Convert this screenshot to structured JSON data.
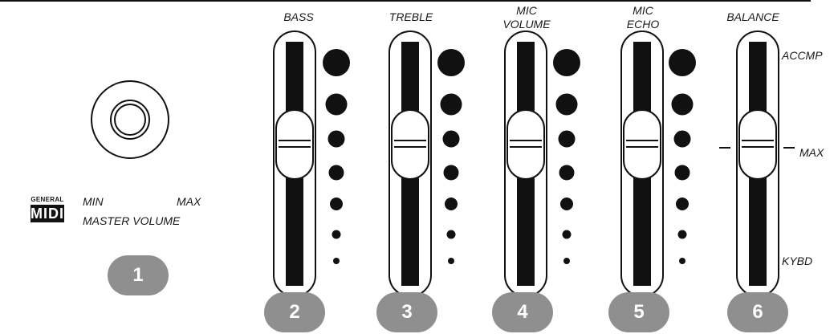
{
  "master_volume": {
    "label": "MASTER VOLUME",
    "min_label": "MIN",
    "max_label": "MAX",
    "badge": "1"
  },
  "midi_logo": {
    "top_text": "GENERAL",
    "main_text": "MIDI"
  },
  "sliders": [
    {
      "label_line1": "BASS",
      "label_line2": "",
      "badge": "2"
    },
    {
      "label_line1": "TREBLE",
      "label_line2": "",
      "badge": "3"
    },
    {
      "label_line1": "MIC",
      "label_line2": "VOLUME",
      "badge": "4"
    },
    {
      "label_line1": "MIC",
      "label_line2": "ECHO",
      "badge": "5"
    },
    {
      "label_line1": "BALANCE",
      "label_line2": "",
      "badge": "6"
    }
  ],
  "balance_scale": {
    "top": "ACCMP",
    "middle": "MAX",
    "bottom": "KYBD"
  }
}
